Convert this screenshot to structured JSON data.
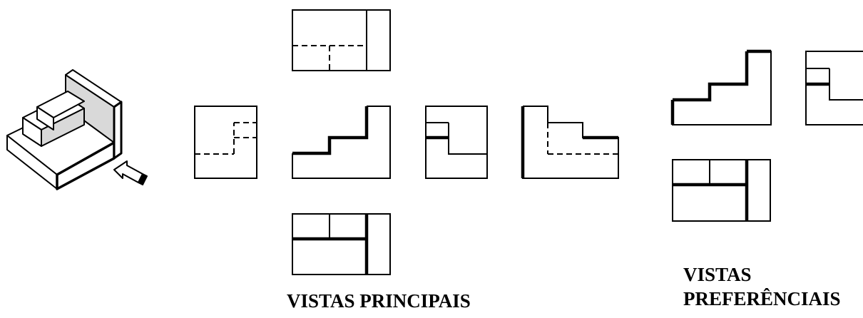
{
  "captions": {
    "principal_views": "VISTAS PRINCIPAIS",
    "preferred_views_line1": "VISTAS",
    "preferred_views_line2": "PREFERÊNCIAIS"
  },
  "colors": {
    "line": "#000000",
    "shaded_face": "#d9d9d9",
    "background": "#ffffff"
  }
}
